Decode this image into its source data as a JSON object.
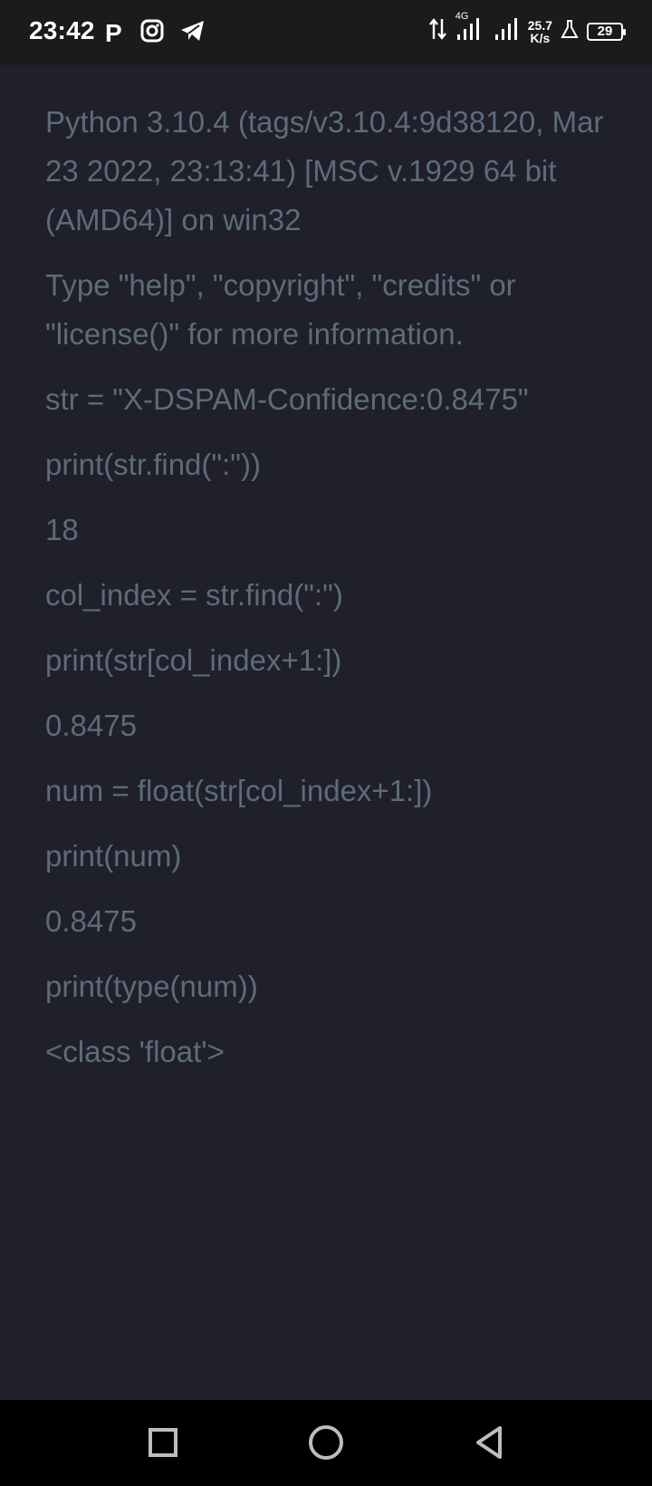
{
  "status_bar": {
    "time": "23:42",
    "network_type": "4G",
    "speed_value": "25.7",
    "speed_unit": "K/s",
    "battery": "29"
  },
  "console": {
    "lines": [
      "Python 3.10.4 (tags/v3.10.4:9d38120, Mar 23 2022, 23:13:41) [MSC v.1929 64 bit (AMD64)] on win32",
      "Type \"help\", \"copyright\", \"credits\" or \"license()\" for more information.",
      "str = \"X-DSPAM-Confidence:0.8475\"",
      "print(str.find(\":\"))",
      "18",
      "col_index = str.find(\":\")",
      "print(str[col_index+1:])",
      "0.8475",
      "num = float(str[col_index+1:])",
      "print(num)",
      "0.8475",
      "print(type(num))",
      "<class 'float'>"
    ]
  },
  "colors": {
    "background": "#1f2029",
    "text": "#5d6b7c",
    "status_bar": "#1a1b1d",
    "nav_bar": "#000000"
  }
}
